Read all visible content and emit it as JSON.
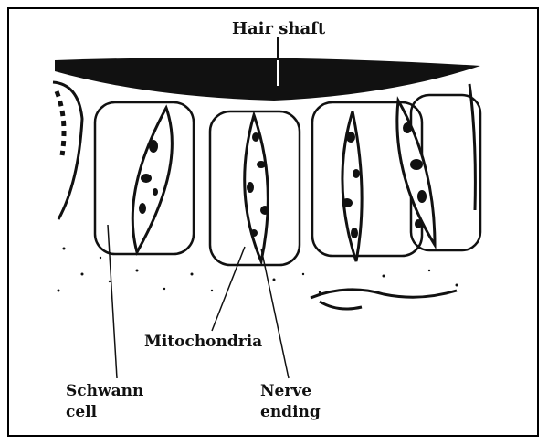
{
  "figure": {
    "labels": {
      "hair_shaft": "Hair shaft",
      "mitochondria": "Mitochondria",
      "schwann_cell": "Schwann\ncell",
      "nerve_ending": "Nerve\nending"
    },
    "colors": {
      "ink": "#111111",
      "paper": "#ffffff"
    }
  }
}
